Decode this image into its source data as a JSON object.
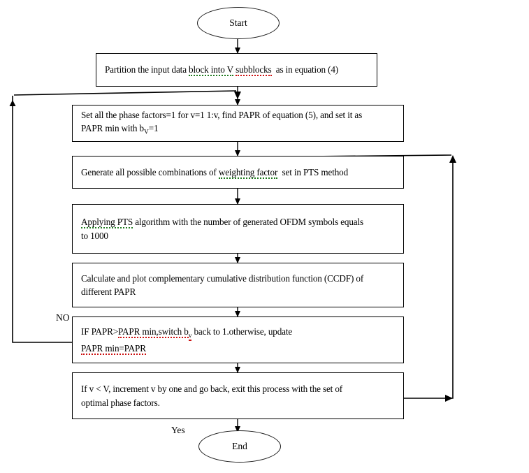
{
  "diagram": {
    "title": "PTS PAPR reduction algorithm flowchart",
    "nodes": {
      "start": {
        "label": "Start",
        "shape": "terminator"
      },
      "step1": {
        "label": "Partition the input data block  into V subblocks  as in equation (4)",
        "shape": "process"
      },
      "step2_line1": {
        "label": "Set all the phase factors=1 for v=1  1:v, find PAPR of equation (5), and set it as"
      },
      "step2_line2": {
        "label": "PAPR  min with b",
        "sub": "V",
        "tail": "=1"
      },
      "step3": {
        "label": "Generate all possible combinations of weighting  factor  set in PTS method",
        "shape": "process"
      },
      "step4_line1": {
        "label": "Applying  PTS algorithm with the number of generated OFDM symbols equals"
      },
      "step4_line2": {
        "label": "to 1000"
      },
      "step5_line1": {
        "label": "Calculate and plot complementary cumulative distribution function (CCDF) of"
      },
      "step5_line2": {
        "label": "different PAPR"
      },
      "step6_line1": {
        "label": "IF PAPR>PAPR  min,switch b",
        "sub": "v",
        "tail": " back  to 1.otherwise, update"
      },
      "step6_line2": {
        "label": "PAPR  min=PAPR"
      },
      "step7_line1": {
        "label": "If v < V, increment v by one and go back, exit this process with the set of"
      },
      "step7_line2": {
        "label": "optimal phase factors."
      },
      "end": {
        "label": "End",
        "shape": "terminator"
      }
    },
    "edge_labels": {
      "no": "NO",
      "yes": "Yes"
    },
    "colors": {
      "stroke": "#000000",
      "fill": "#ffffff",
      "spellcheck_grammar": "#1f7a1f",
      "spellcheck_spelling": "#cc1111"
    }
  }
}
